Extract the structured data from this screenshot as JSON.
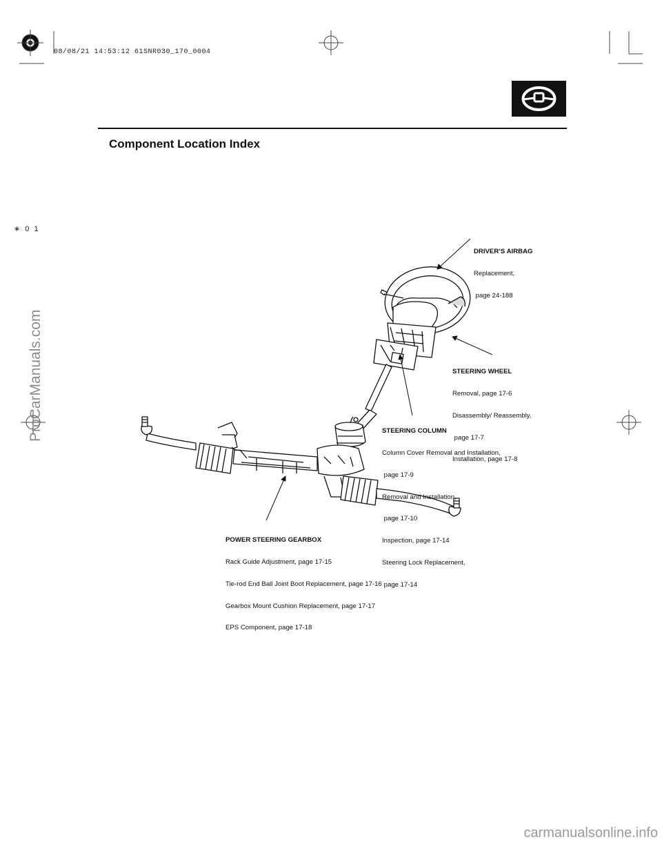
{
  "print_stamp": "08/08/21 14:53:12 61SNR030_170_0004",
  "margin_mark": "∗ 0 1",
  "page_title": "Component Location Index",
  "section_icon": "steering-wheel-icon",
  "watermark": "ProCarManuals.com",
  "footer_watermark": "carmanualsonline.info",
  "callouts": {
    "airbag": {
      "title": "DRIVER’S AIRBAG",
      "lines": [
        "Replacement,",
        " page 24-188"
      ]
    },
    "wheel": {
      "title": "STEERING WHEEL",
      "lines": [
        "Removal, page 17-6",
        "Disassembly/ Reassembly,",
        " page 17-7",
        "Installation, page 17-8"
      ]
    },
    "column": {
      "title": "STEERING COLUMN",
      "lines": [
        "Column Cover Removal and Installation,",
        " page 17-9",
        "Removal and Installation,",
        " page 17-10",
        "Inspection, page 17-14",
        "Steering Lock Replacement,",
        " page 17-14"
      ]
    },
    "gearbox": {
      "title": "POWER STEERING GEARBOX",
      "lines": [
        "Rack Guide Adjustment, page 17-15",
        "Tie-rod End Ball Joint Boot Replacement, page 17-16",
        "Gearbox Mount Cushion Replacement, page 17-17",
        "EPS Component, page 17-18"
      ]
    }
  }
}
